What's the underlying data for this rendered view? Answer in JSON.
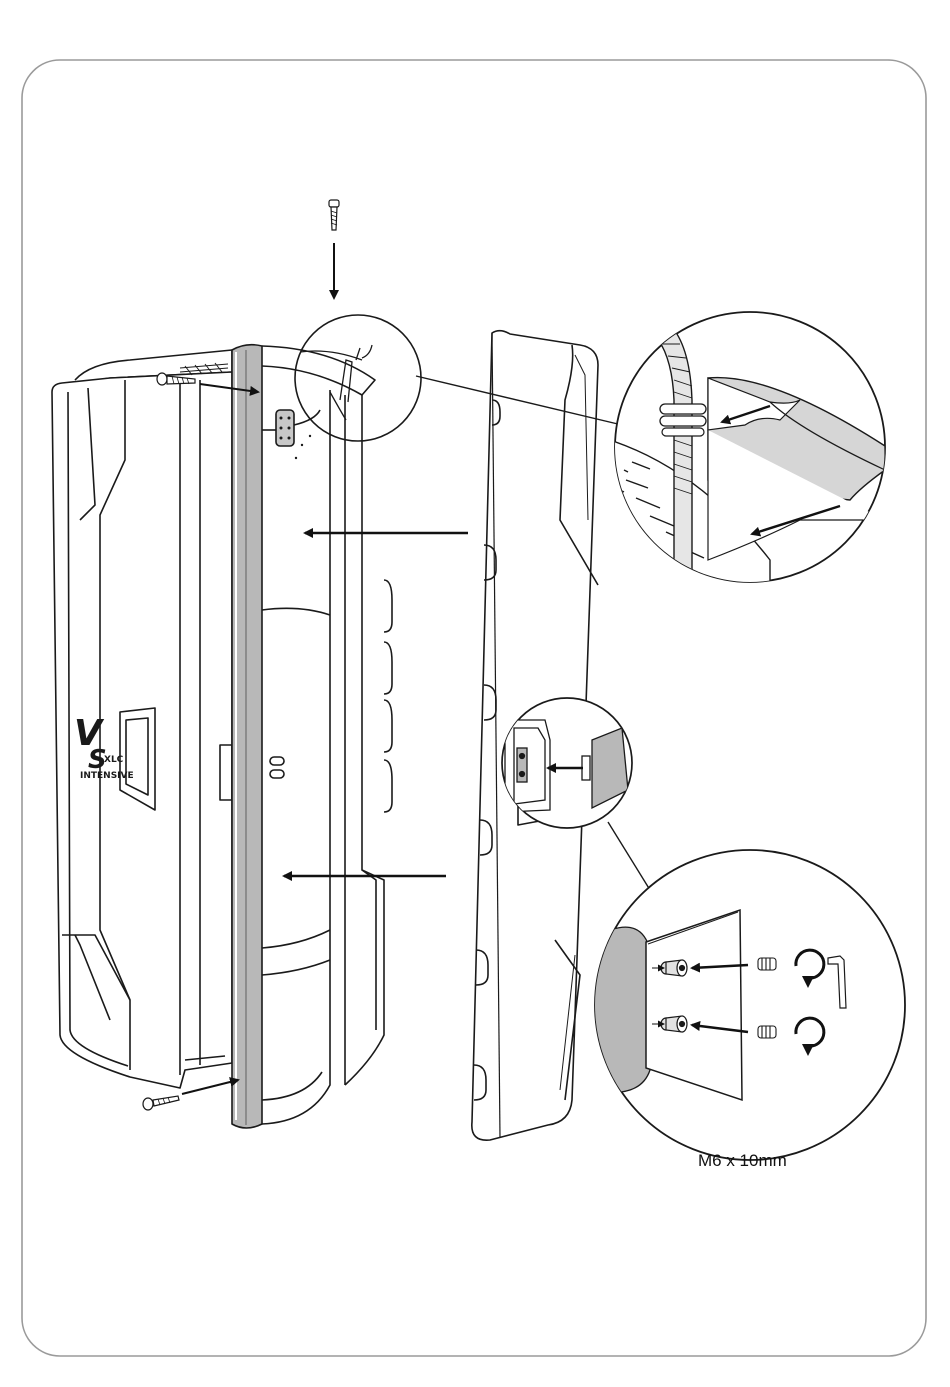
{
  "page": {
    "colors": {
      "line": "#1a1a1a",
      "frame": "#9a9a9a",
      "shade": "#b8b8b8",
      "shade_light": "#d6d6d6",
      "paper": "#ffffff"
    }
  },
  "diagram": {
    "logo": {
      "letter_v": "V",
      "letter_s": "S",
      "model": "XLC",
      "variant": "INTENSIVE"
    },
    "detail_b": {
      "fastener_label": "M6  x 10mm"
    },
    "icons": [
      "screw-icon",
      "arrow-icon",
      "rotate-arrow-icon",
      "allen-key-icon",
      "set-screw-icon",
      "cable-icon"
    ]
  }
}
